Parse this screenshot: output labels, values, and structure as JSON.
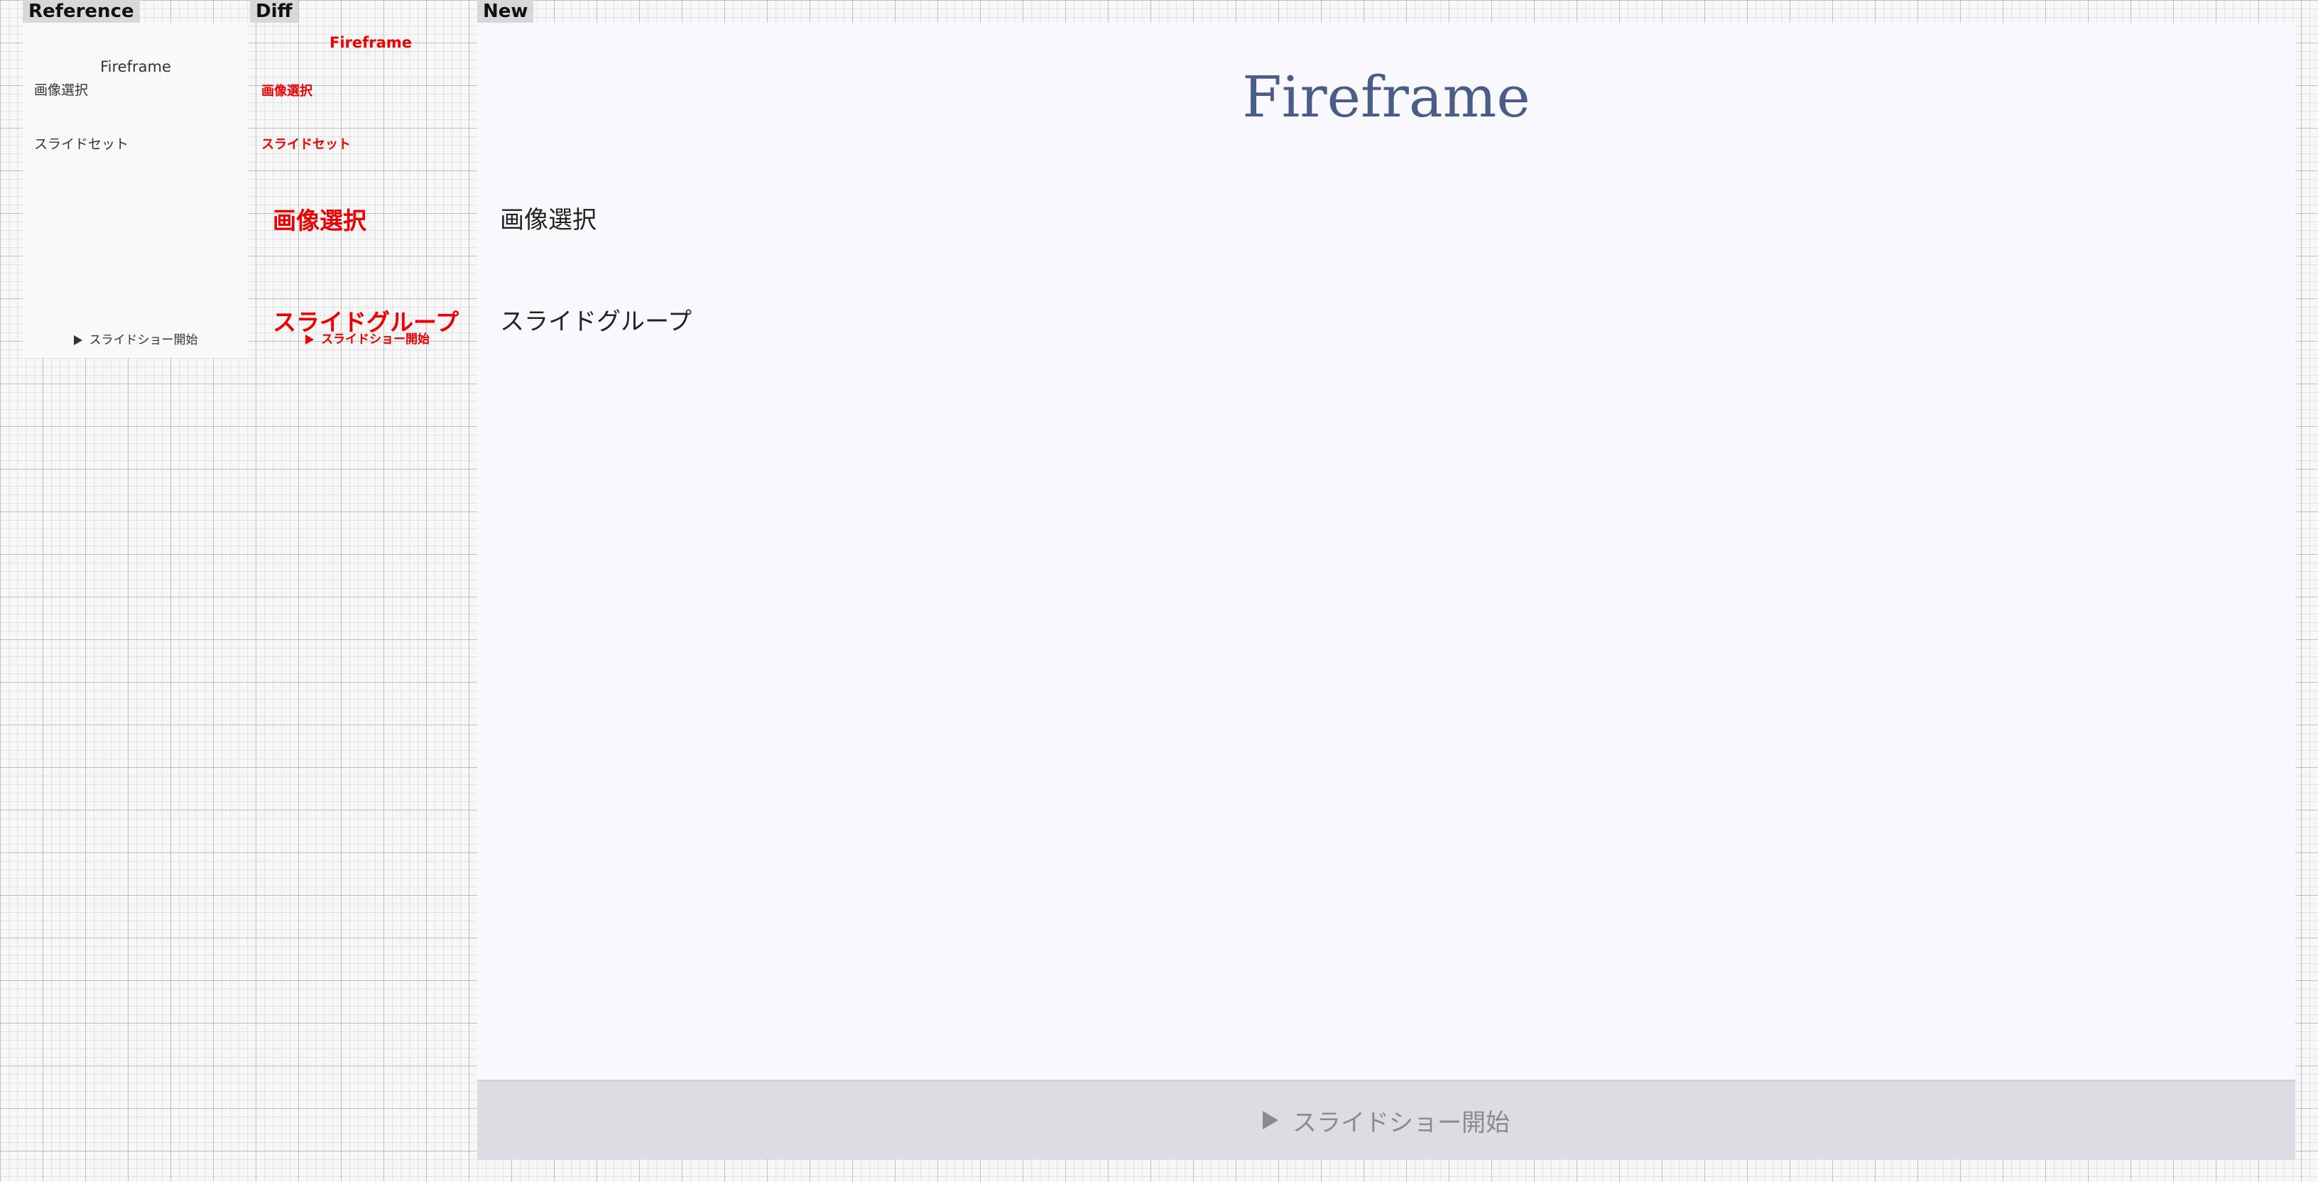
{
  "tabs": {
    "reference": "Reference",
    "diff": "Diff",
    "new": "New"
  },
  "reference": {
    "title": "Fireframe",
    "items": [
      "画像選択",
      "スライドセット"
    ],
    "start_label": "スライドショー開始"
  },
  "diff": {
    "title": "Fireframe",
    "item1": "画像選択",
    "item2": "スライドセット",
    "item3": "画像選択",
    "item4": "スライドグループ",
    "start_label": "スライドショー開始"
  },
  "new": {
    "title": "Fireframe",
    "items": [
      "画像選択",
      "スライドグループ"
    ],
    "start_label": "スライドショー開始"
  },
  "icons": {
    "play": "play-icon"
  },
  "colors": {
    "title": "#4a5d88",
    "diff": "#ee0000",
    "footer_bg": "#dddde1"
  }
}
